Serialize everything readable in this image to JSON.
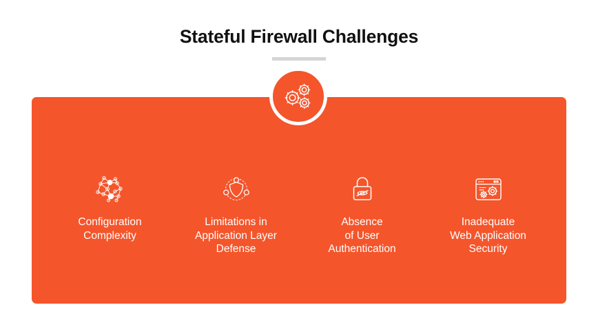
{
  "header": {
    "title": "Stateful Firewall Challenges",
    "divider_color": "#d5d5d5"
  },
  "badge": {
    "icon": "gears-icon",
    "fill_color": "#f4552b",
    "ring_color": "#ffffff"
  },
  "panel": {
    "background_color": "#f4552b",
    "text_color": "#ffffff"
  },
  "columns": [
    {
      "icon": "network-nodes-icon",
      "label": "Configuration\nComplexity"
    },
    {
      "icon": "shield-nodes-icon",
      "label": "Limitations in\nApplication Layer\nDefense"
    },
    {
      "icon": "padlock-no-eye-icon",
      "label": "Absence\nof User\nAuthentication"
    },
    {
      "icon": "browser-window-gears-icon",
      "label": "Inadequate\nWeb Application\nSecurity"
    }
  ]
}
